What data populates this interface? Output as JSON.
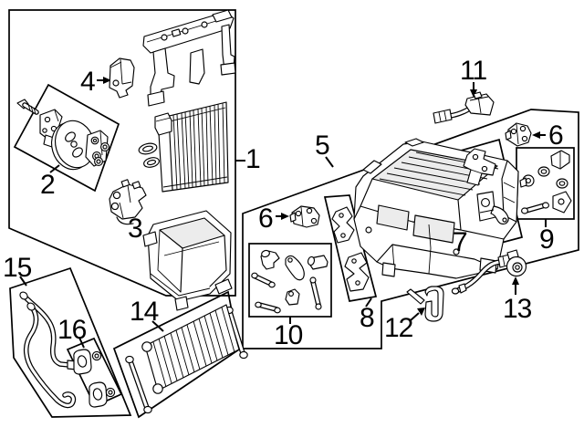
{
  "colors": {
    "background": "#ffffff",
    "line": "#000000"
  },
  "callouts": {
    "c1": {
      "text": "1"
    },
    "c2": {
      "text": "2"
    },
    "c3": {
      "text": "3"
    },
    "c4": {
      "text": "4"
    },
    "c5": {
      "text": "5"
    },
    "c6a": {
      "text": "6"
    },
    "c6b": {
      "text": "6"
    },
    "c7": {
      "text": "7"
    },
    "c8": {
      "text": "8"
    },
    "c9": {
      "text": "9"
    },
    "c10": {
      "text": "10"
    },
    "c11": {
      "text": "11"
    },
    "c12": {
      "text": "12"
    },
    "c13": {
      "text": "13"
    },
    "c14": {
      "text": "14"
    },
    "c15": {
      "text": "15"
    },
    "c16": {
      "text": "16"
    }
  }
}
